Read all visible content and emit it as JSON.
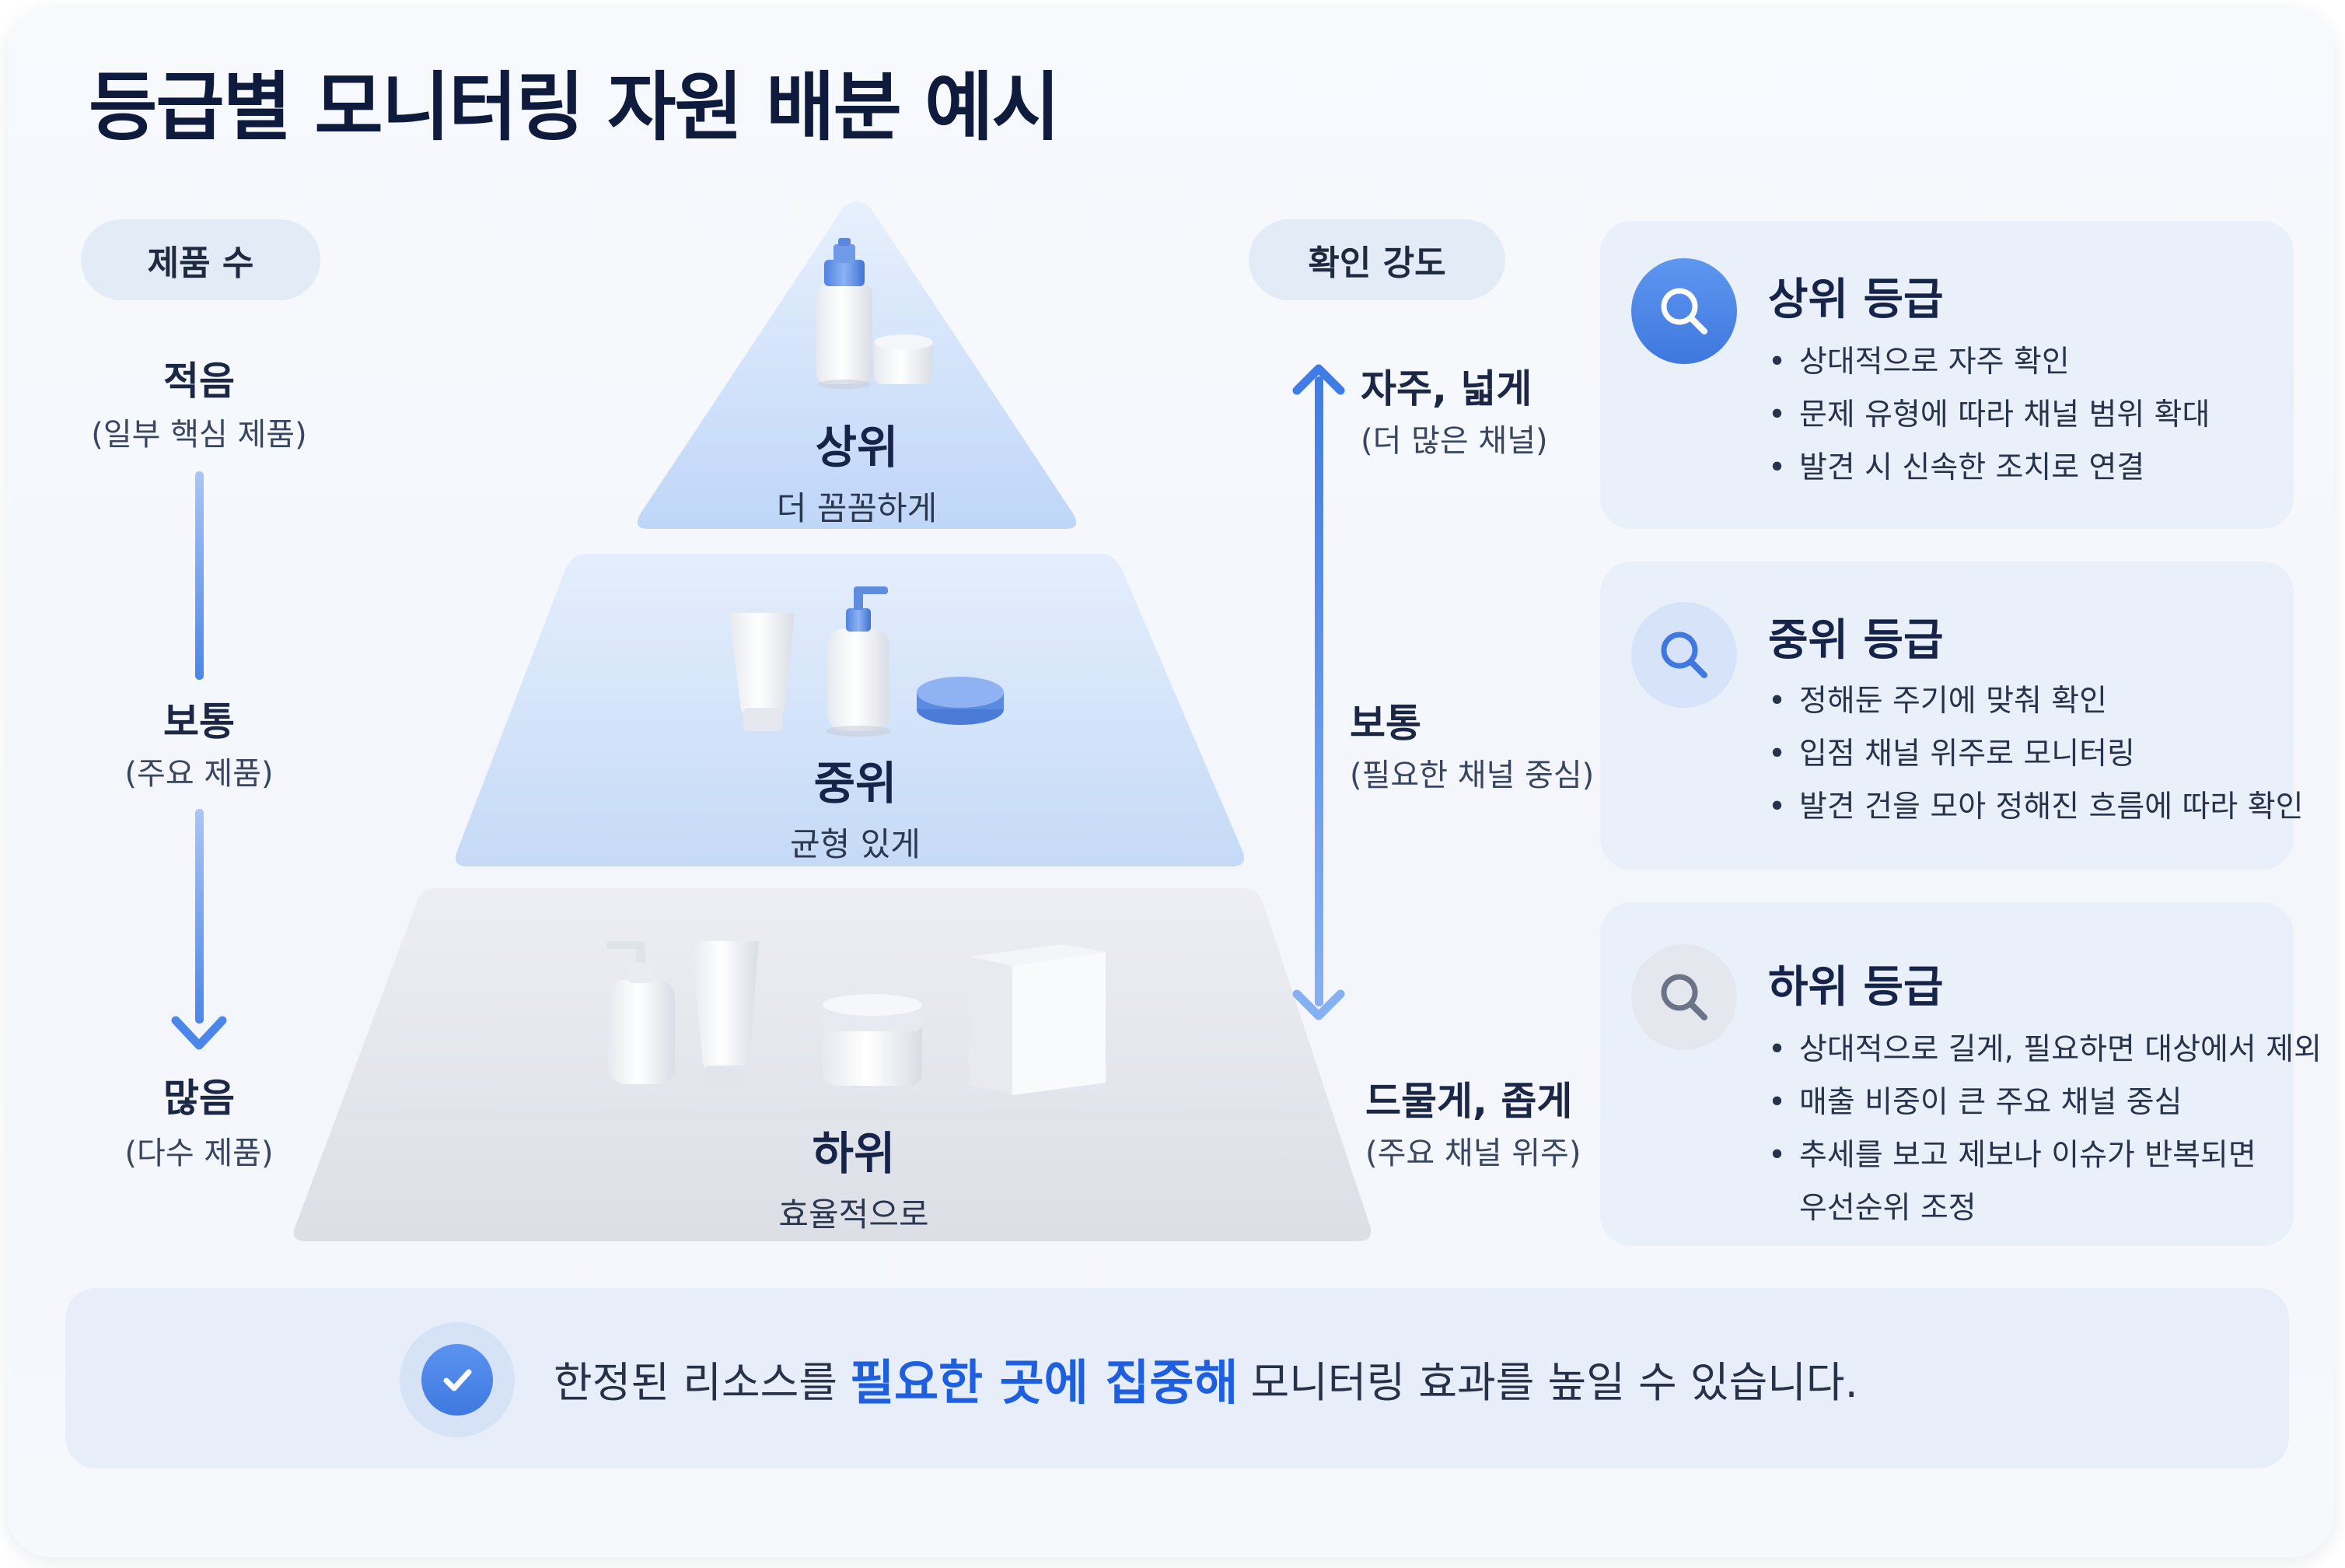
{
  "title": "등급별 모니터링 자원 배분 예시",
  "left_axis": {
    "label": "제품 수",
    "levels": [
      {
        "main": "적음",
        "sub": "(일부 핵심 제품)"
      },
      {
        "main": "보통",
        "sub": "(주요 제품)"
      },
      {
        "main": "많음",
        "sub": "(다수 제품)"
      }
    ]
  },
  "pyramid": [
    {
      "name": "상위",
      "desc": "더 꼼꼼하게"
    },
    {
      "name": "중위",
      "desc": "균형 있게"
    },
    {
      "name": "하위",
      "desc": "효율적으로"
    }
  ],
  "right_axis": {
    "label": "확인 강도",
    "levels": [
      {
        "main": "자주, 넓게",
        "sub": "(더 많은 채널)"
      },
      {
        "main": "보통",
        "sub": "(필요한 채널 중심)"
      },
      {
        "main": "드물게, 좁게",
        "sub": "(주요 채널 위주)"
      }
    ]
  },
  "cards": [
    {
      "title": "상위 등급",
      "icon": "search-icon",
      "items": [
        "상대적으로 자주 확인",
        "문제 유형에 따라 채널 범위 확대",
        "발견 시 신속한 조치로 연결"
      ]
    },
    {
      "title": "중위 등급",
      "icon": "search-icon",
      "items": [
        "정해둔 주기에 맞춰 확인",
        "입점 채널 위주로 모니터링",
        "발견 건을 모아 정해진 흐름에 따라 확인"
      ]
    },
    {
      "title": "하위 등급",
      "icon": "search-icon",
      "items": [
        "상대적으로 길게, 필요하면 대상에서 제외",
        "매출 비중이 큰 주요 채널 중심",
        "추세를 보고 제보나 이슈가 반복되면",
        "우선순위 조정"
      ]
    }
  ],
  "banner": {
    "before": "한정된 리소스를",
    "highlight": "필요한 곳에 집중해",
    "after": "모니터링 효과를 높일 수 있습니다."
  },
  "colors": {
    "accent": "#1e5fe0",
    "top_tier": "#cfe0fa",
    "mid_tier": "#d3e2f8",
    "low_tier": "#e3e5ea",
    "arrow": "#5b93ee"
  }
}
